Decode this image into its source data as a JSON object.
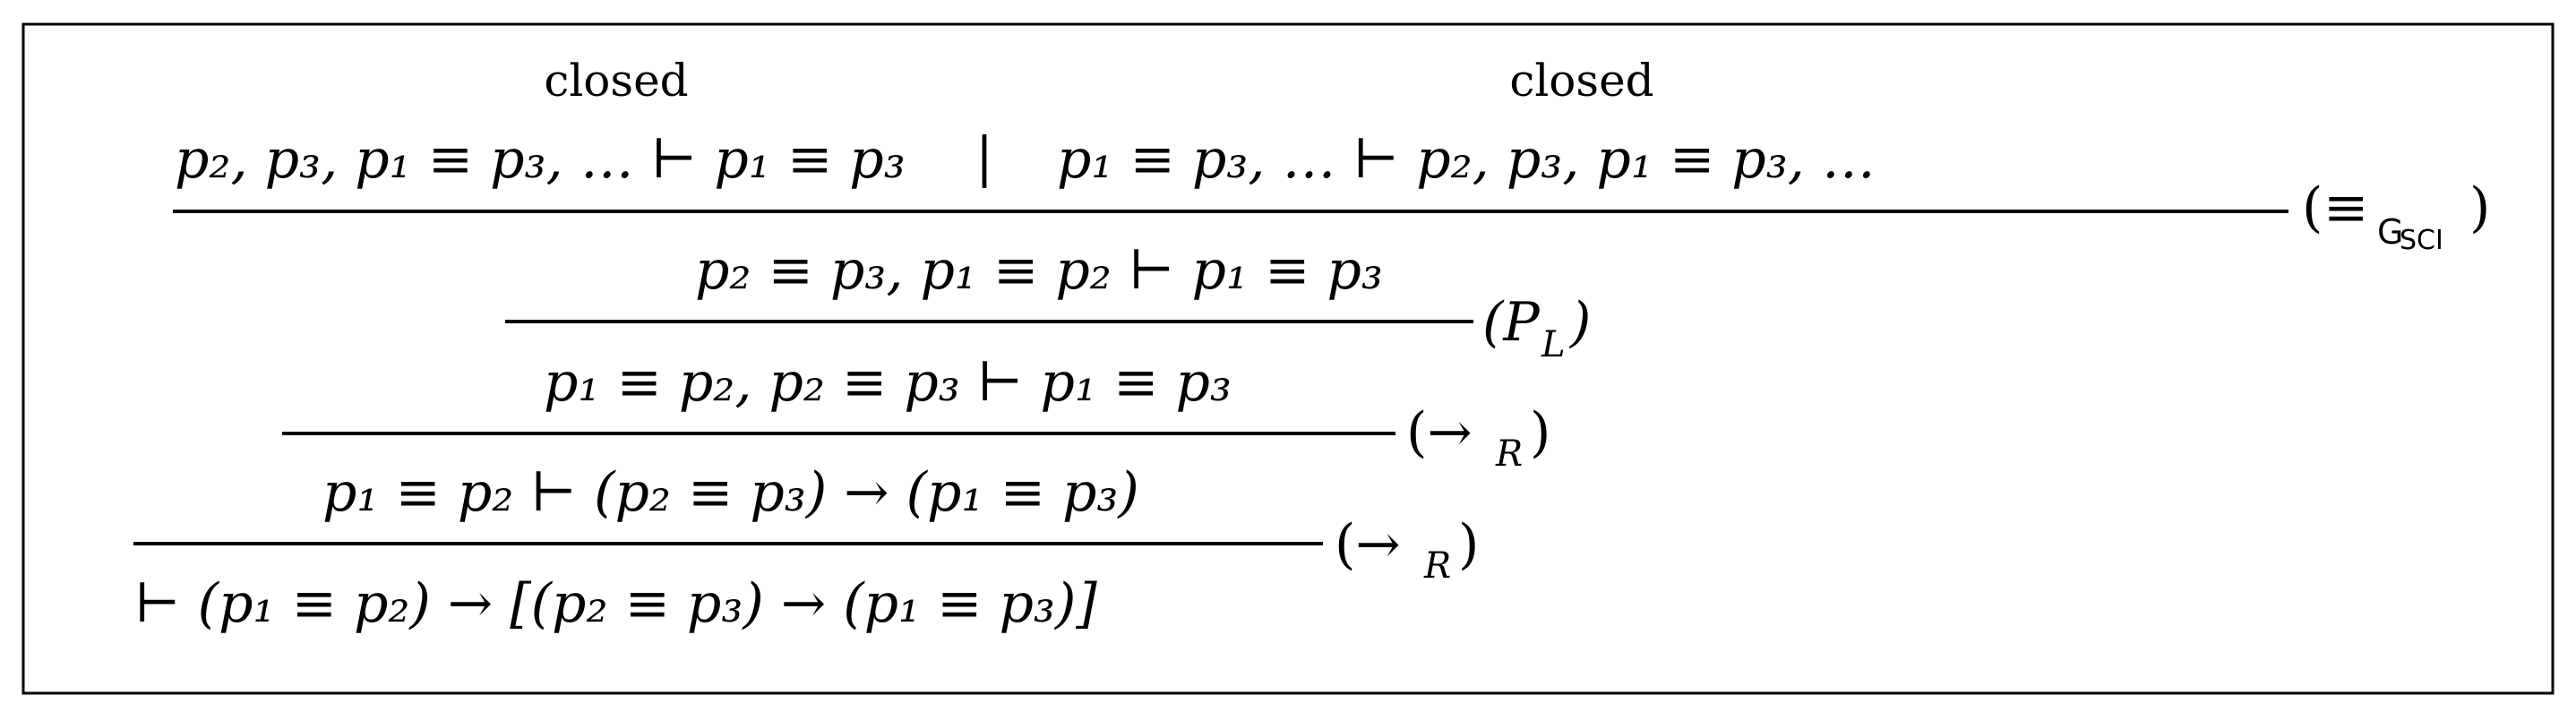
{
  "proof": {
    "closed_left": "closed",
    "closed_right": "closed",
    "premise_left": "p₂, p₃, p₁ ≡ p₃, … ⊢ p₁ ≡ p₃",
    "separator": "|",
    "premise_right": "p₁ ≡ p₃, … ⊢ p₂, p₃, p₁ ≡ p₃, …",
    "rule1_paren_open": "(",
    "rule1_symbol": "≡",
    "rule1_subscript": "G",
    "rule1_subsubscript": "SCI",
    "rule1_paren_close": ")",
    "line2": "p₂ ≡ p₃, p₁ ≡ p₂ ⊢ p₁ ≡ p₃",
    "rule2_main": "(P",
    "rule2_sub": "L",
    "rule2_close": ")",
    "line3": "p₁ ≡ p₂, p₂ ≡ p₃ ⊢ p₁ ≡ p₃",
    "rule3_main": "(→",
    "rule3_sub": "R",
    "rule3_close": ")",
    "line4": "p₁ ≡ p₂ ⊢ (p₂ ≡ p₃) → (p₁ ≡ p₃)",
    "rule4_main": "(→",
    "rule4_sub": "R",
    "rule4_close": ")",
    "conclusion": "⊢ (p₁ ≡ p₂) → [(p₂ ≡ p₃) → (p₁ ≡ p₃)]"
  }
}
